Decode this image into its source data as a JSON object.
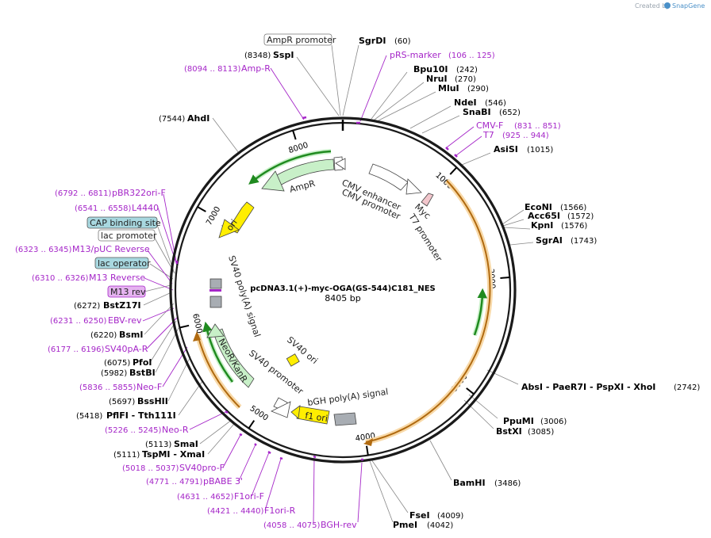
{
  "brand": {
    "created_by": "Created by",
    "name": "SnapGene"
  },
  "plasmid": {
    "name": "pcDNA3.1(+)-myc-OGA(GS-544)C181_NES",
    "length_label": "8405 bp",
    "total_bp": 8405
  },
  "ticks": [
    "1000",
    "2000",
    "3000",
    "4000",
    "5000",
    "6000",
    "7000",
    "8000"
  ],
  "colors": {
    "backbone": "#1a1a1a",
    "primer": "#a526c8",
    "orange_orf": "#f0a030",
    "green_marker": "#1f8a1f",
    "amp_fill": "#c8f0c8",
    "ori_fill": "#ffee00",
    "promoter_fill": "#ffffff",
    "polyA_fill": "#a8adb3",
    "label_box_teal": "#a8d8e0",
    "label_box_pink": "#e5b3f0"
  },
  "enzymes": [
    {
      "name": "SgrDI",
      "pos": "(60)"
    },
    {
      "name": "SspI",
      "pos": "(8348)"
    },
    {
      "name": "Bpu10I",
      "pos": "(242)"
    },
    {
      "name": "NruI",
      "pos": "(270)"
    },
    {
      "name": "MluI",
      "pos": "(290)"
    },
    {
      "name": "NdeI",
      "pos": "(546)"
    },
    {
      "name": "SnaBI",
      "pos": "(652)"
    },
    {
      "name": "AsiSI",
      "pos": "(1015)"
    },
    {
      "name": "AhdI",
      "pos": "(7544)"
    },
    {
      "name": "EcoNI",
      "pos": "(1566)"
    },
    {
      "name": "Acc65I",
      "pos": "(1572)"
    },
    {
      "name": "KpnI",
      "pos": "(1576)"
    },
    {
      "name": "SgrAI",
      "pos": "(1743)"
    },
    {
      "name": "AbsI - PaeR7I - PspXI - XhoI",
      "pos": "(2742)"
    },
    {
      "name": "PpuMI",
      "pos": "(3006)"
    },
    {
      "name": "BstXI",
      "pos": "(3085)"
    },
    {
      "name": "BamHI",
      "pos": "(3486)"
    },
    {
      "name": "FseI",
      "pos": "(4009)"
    },
    {
      "name": "PmeI",
      "pos": "(4042)"
    },
    {
      "name": "BstZ17I",
      "pos": "(6272)"
    },
    {
      "name": "BsmI",
      "pos": "(6220)"
    },
    {
      "name": "PfoI",
      "pos": "(6075)"
    },
    {
      "name": "BstBI",
      "pos": "(5982)"
    },
    {
      "name": "BssHII",
      "pos": "(5697)"
    },
    {
      "name": "PflFI - Tth111I",
      "pos": "(5418)"
    },
    {
      "name": "SmaI",
      "pos": "(5113)"
    },
    {
      "name": "TspMI - XmaI",
      "pos": "(5111)"
    }
  ],
  "primers": [
    {
      "name": "pRS-marker",
      "pos": "(106 .. 125)"
    },
    {
      "name": "Amp-R",
      "pos": "(8094 .. 8113)"
    },
    {
      "name": "CMV-F",
      "pos": "(831 .. 851)"
    },
    {
      "name": "T7",
      "pos": "(925 .. 944)"
    },
    {
      "name": "pBR322ori-F",
      "pos": "(6792 .. 6811)"
    },
    {
      "name": "L4440",
      "pos": "(6541 .. 6558)"
    },
    {
      "name": "M13/pUC Reverse",
      "pos": "(6323 .. 6345)"
    },
    {
      "name": "M13 Reverse",
      "pos": "(6310 .. 6326)"
    },
    {
      "name": "EBV-rev",
      "pos": "(6231 .. 6250)"
    },
    {
      "name": "SV40pA-R",
      "pos": "(6177 .. 6196)"
    },
    {
      "name": "Neo-F",
      "pos": "(5836 .. 5855)"
    },
    {
      "name": "Neo-R",
      "pos": "(5226 .. 5245)"
    },
    {
      "name": "SV40pro-F",
      "pos": "(5018 .. 5037)"
    },
    {
      "name": "pBABE 3'",
      "pos": "(4771 .. 4791)"
    },
    {
      "name": "F1ori-F",
      "pos": "(4631 .. 4652)"
    },
    {
      "name": "F1ori-R",
      "pos": "(4421 .. 4440)"
    },
    {
      "name": "BGH-rev",
      "pos": "(4058 .. 4075)"
    }
  ],
  "boxed_features": [
    {
      "name": "AmpR promoter"
    },
    {
      "name": "CAP binding site"
    },
    {
      "name": "lac promoter"
    },
    {
      "name": "lac operator"
    },
    {
      "name": "M13 rev"
    }
  ],
  "features": [
    {
      "name": "AmpR"
    },
    {
      "name": "ori"
    },
    {
      "name": "CMV enhancer"
    },
    {
      "name": "CMV promoter"
    },
    {
      "name": "Myc"
    },
    {
      "name": "T7 promoter"
    },
    {
      "name": "SV40 poly(A) signal"
    },
    {
      "name": "NeoR/KanR"
    },
    {
      "name": "SV40 promoter"
    },
    {
      "name": "SV40 ori"
    },
    {
      "name": "bGH poly(A) signal"
    },
    {
      "name": "f1 ori"
    }
  ]
}
